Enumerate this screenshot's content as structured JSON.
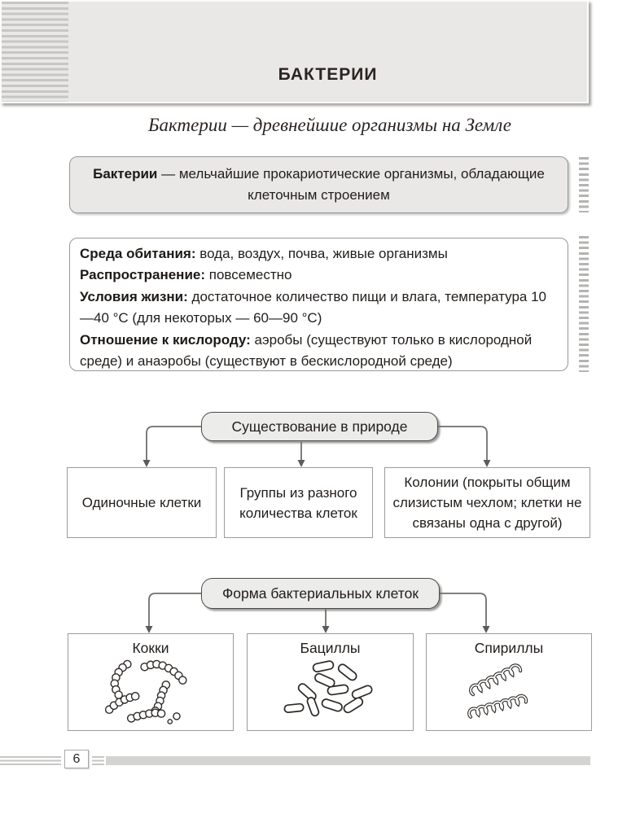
{
  "page": {
    "header_title": "БАКТЕРИИ",
    "subtitle": "Бактерии —  древнейшие организмы на Земле",
    "page_number": "6"
  },
  "definition_box": {
    "term": "Бактерии",
    "text": " — мельчайшие прокариотические организмы, обладающие клеточным строением"
  },
  "info_box": {
    "items": [
      {
        "label": "Среда обитания:",
        "text": " вода, воздух, почва, живые организмы"
      },
      {
        "label": "Распространение:",
        "text": " повсеместно"
      },
      {
        "label": "Условия жизни:",
        "text": " достаточное количество пищи и влага, температура 10—40 °С (для некоторых — 60—90 °С)"
      },
      {
        "label": "Отношение к кислороду:",
        "text": " аэробы (существуют только в кислородной среде) и анаэробы (существуют в бескислородной среде)"
      }
    ]
  },
  "diagram_existence": {
    "title": "Существование в природе",
    "children": [
      "Одиночные клетки",
      "Группы из разного количества клеток",
      "Колонии (покрыты общим слизистым чехлом; клетки не связаны одна с другой)"
    ]
  },
  "diagram_forms": {
    "title": "Форма бактериальных клеток",
    "children": [
      {
        "label": "Кокки",
        "icon": "cocci-illustration"
      },
      {
        "label": "Бациллы",
        "icon": "bacilli-illustration"
      },
      {
        "label": "Спириллы",
        "icon": "spirilla-illustration"
      }
    ]
  },
  "colors": {
    "panel_gray": "#e9e8e6",
    "border_gray": "#989896",
    "pill_border": "#4e4b48",
    "line_gray": "#6f6f6d",
    "text_dark": "#211d1a"
  }
}
